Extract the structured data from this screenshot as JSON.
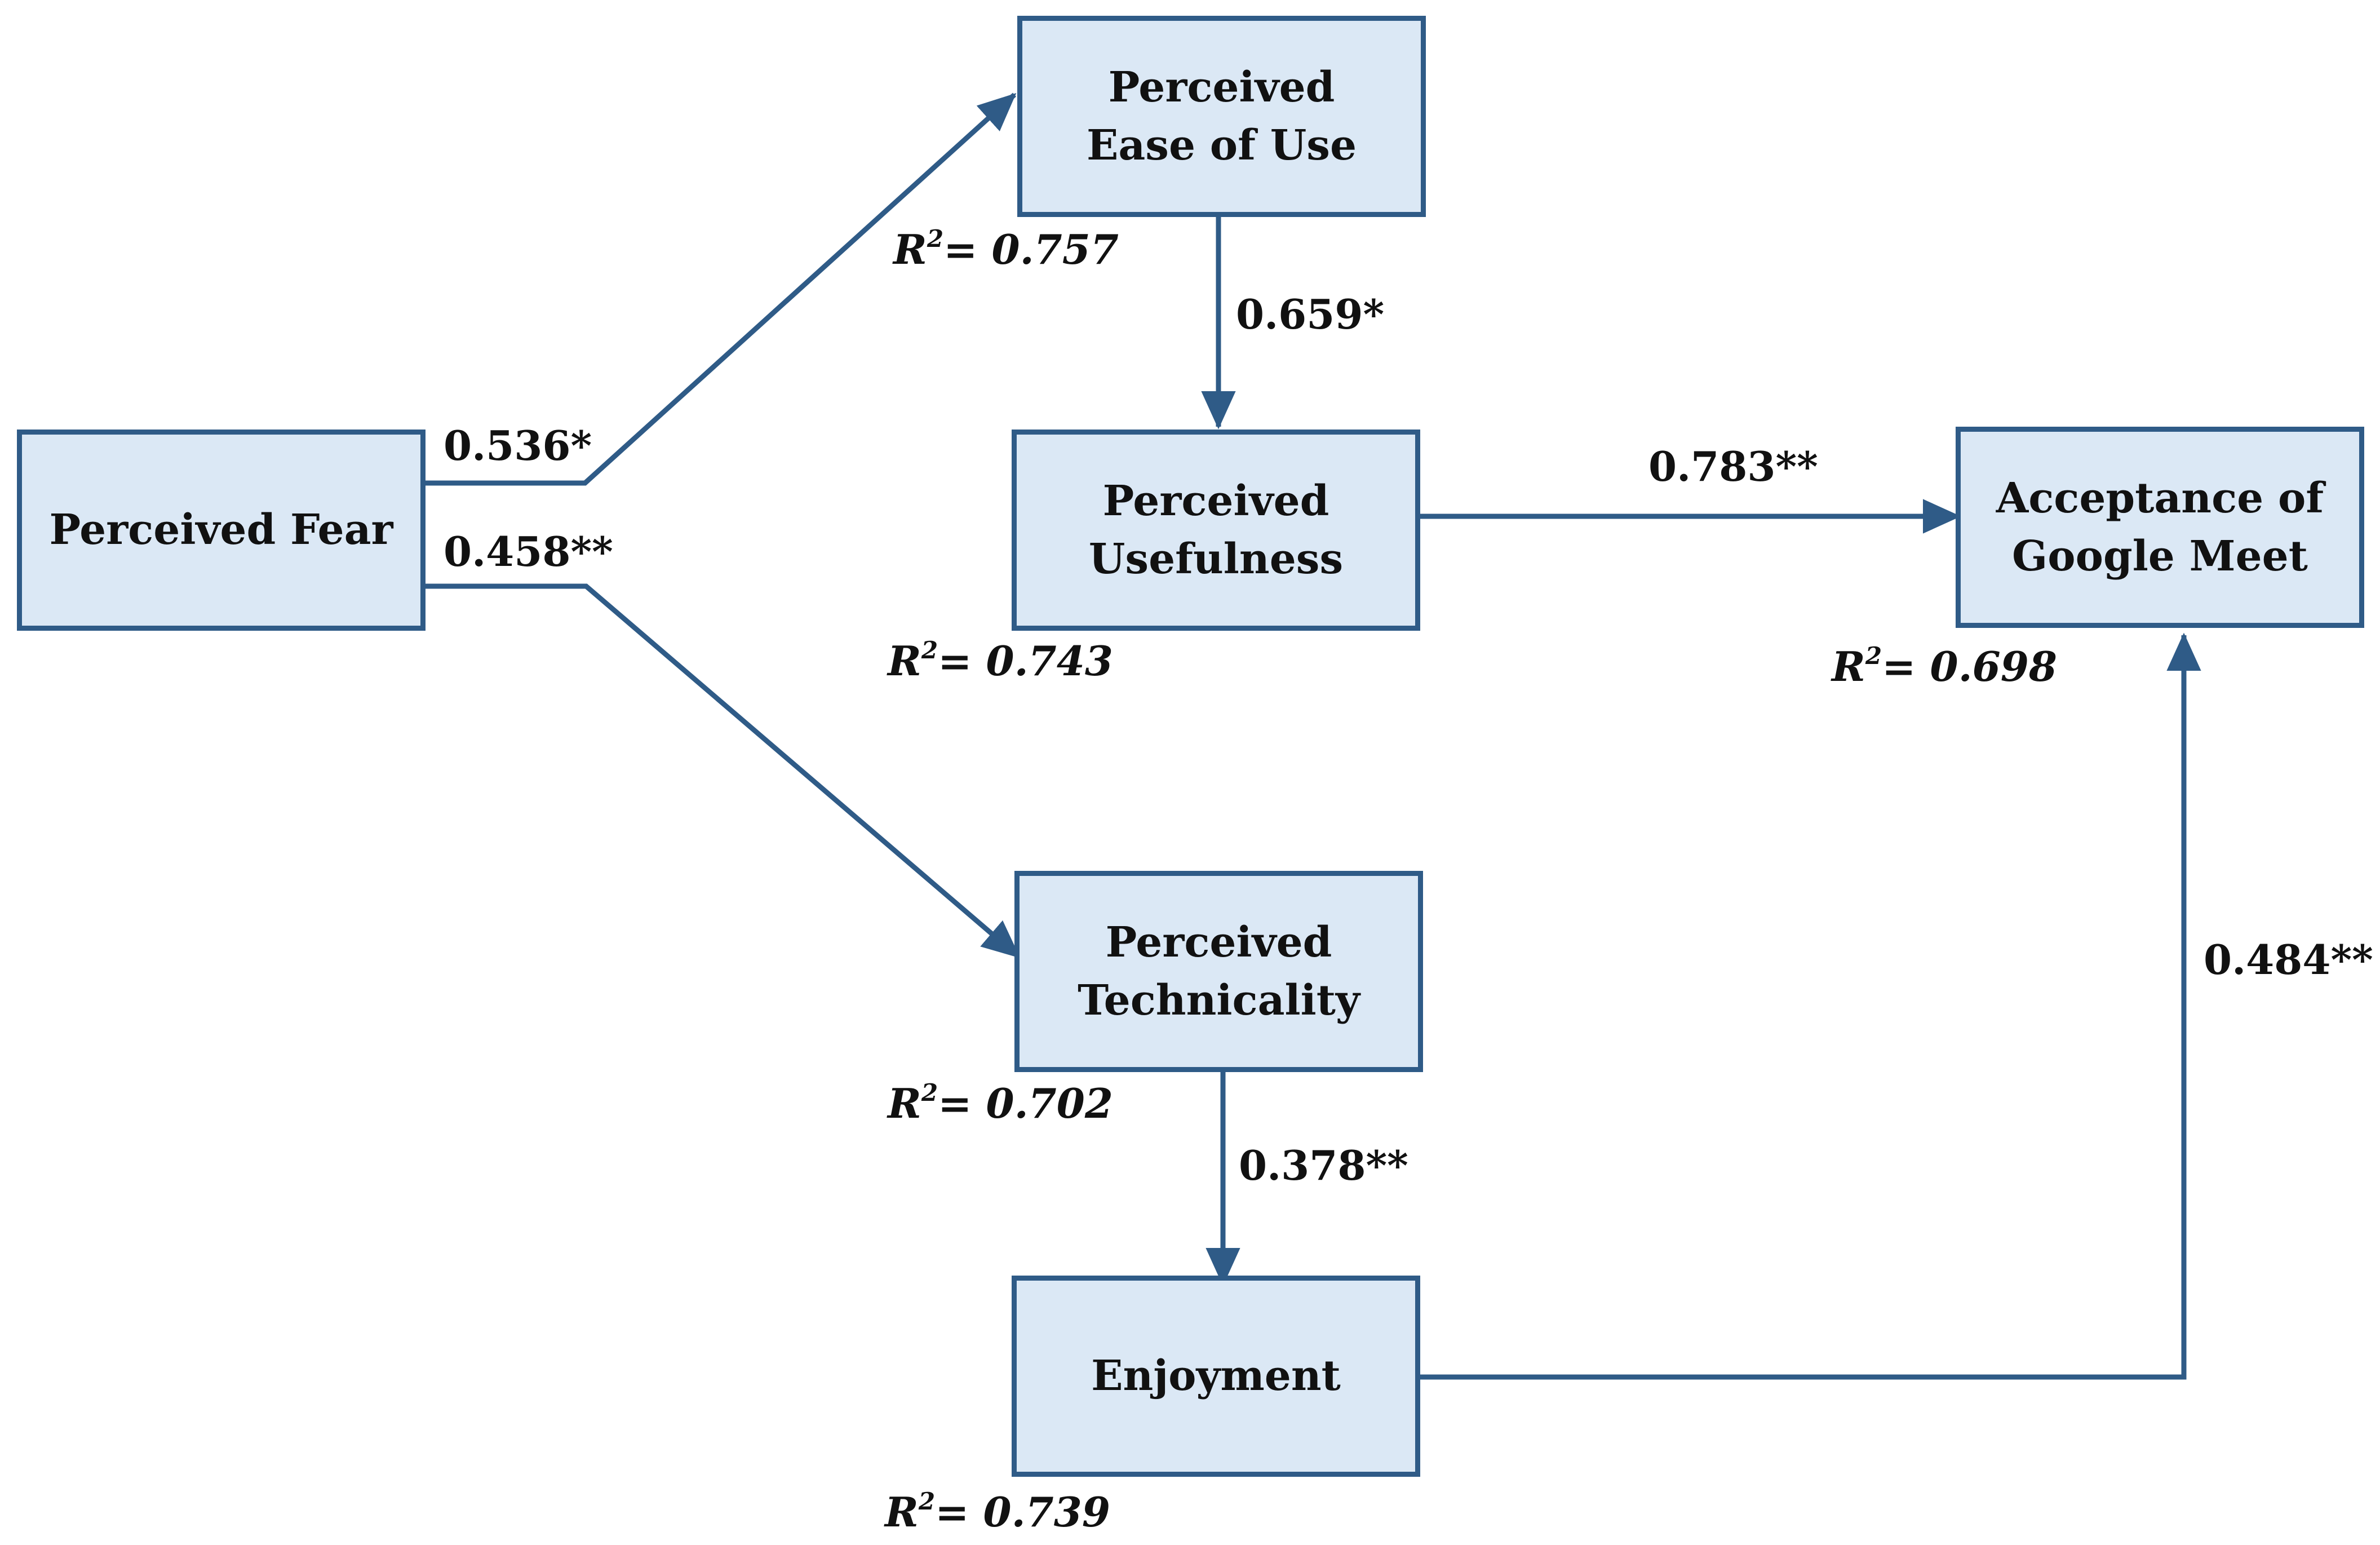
{
  "colors": {
    "box_fill": "#dbe8f5",
    "box_border": "#2f5b87",
    "arrow": "#2f5b87",
    "text": "#111111"
  },
  "nodes": {
    "perceived_fear": {
      "label": "Perceived Fear"
    },
    "perceived_ease_of_use": {
      "label": "Perceived\nEase of Use"
    },
    "perceived_usefulness": {
      "label": "Perceived\nUsefulness"
    },
    "acceptance_google_meet": {
      "label": "Acceptance of\nGoogle Meet"
    },
    "perceived_technicality": {
      "label": "Perceived\nTechnicality"
    },
    "enjoyment": {
      "label": "Enjoyment"
    }
  },
  "paths": [
    {
      "from": "Perceived Fear",
      "to": "Perceived Ease of Use",
      "coefficient": "0.536*"
    },
    {
      "from": "Perceived Fear",
      "to": "Perceived Technicality",
      "coefficient": "0.458**"
    },
    {
      "from": "Perceived Ease of Use",
      "to": "Perceived Usefulness",
      "coefficient": "0.659*"
    },
    {
      "from": "Perceived Usefulness",
      "to": "Acceptance of Google Meet",
      "coefficient": "0.783**"
    },
    {
      "from": "Perceived Technicality",
      "to": "Enjoyment",
      "coefficient": "0.378**"
    },
    {
      "from": "Enjoyment",
      "to": "Acceptance of Google Meet",
      "coefficient": "0.484**"
    }
  ],
  "r_squared": {
    "symbol": "R",
    "exponent": "2",
    "perceived_ease_of_use": "= 0.757",
    "perceived_usefulness": "= 0.743",
    "acceptance_google_meet": "= 0.698",
    "perceived_technicality": "= 0.702",
    "enjoyment": "= 0.739"
  }
}
